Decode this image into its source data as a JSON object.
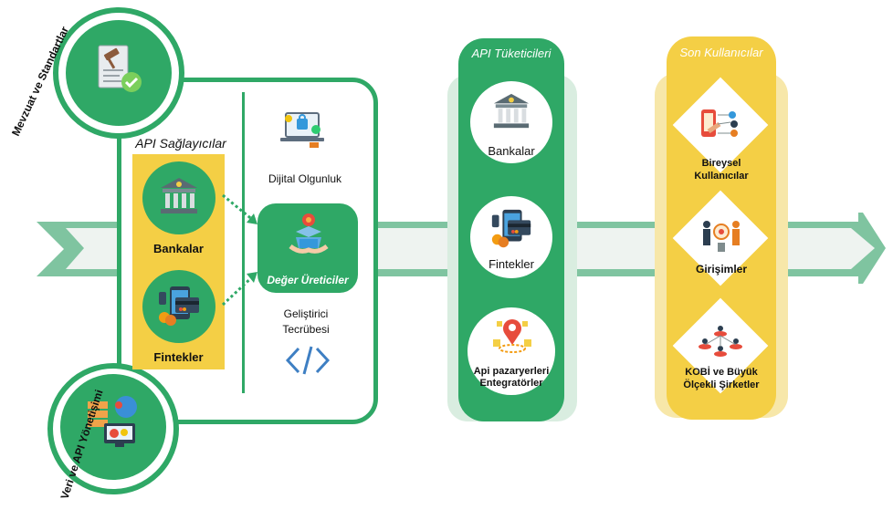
{
  "regulation": {
    "label": "Mevzuat ve Standartlar",
    "icon": "gavel-document-icon"
  },
  "data_management": {
    "label": "Veri ve API Yönetişimi",
    "icon": "server-network-icon"
  },
  "providers": {
    "title": "API Sağlayıcılar",
    "items": [
      {
        "label": "Bankalar",
        "icon": "bank-icon"
      },
      {
        "label": "Fintekler",
        "icon": "wallet-card-icon"
      }
    ]
  },
  "center": {
    "digital_maturity": {
      "label": "Dijital Olgunluk",
      "icon": "laptop-security-icon"
    },
    "value_creators": {
      "label": "Değer Üreticiler",
      "icon": "gift-box-icon"
    },
    "developer_experience": {
      "label_line1": "Geliştirici",
      "label_line2": "Tecrübesi",
      "icon": "code-icon"
    }
  },
  "consumers": {
    "title": "API Tüketicileri",
    "items": [
      {
        "label": "Bankalar",
        "icon": "bank-icon"
      },
      {
        "label": "Fintekler",
        "icon": "wallet-card-icon"
      },
      {
        "label_line1": "Api pazaryerleri",
        "label_line2": "Entegratörler",
        "icon": "marketplace-pin-icon"
      }
    ]
  },
  "end_users": {
    "title": "Son Kullanıcılar",
    "items": [
      {
        "label_line1": "Bireysel",
        "label_line2": "Kullanıcılar",
        "icon": "mobile-user-icon"
      },
      {
        "label_line1": "Girişimler",
        "icon": "team-icon"
      },
      {
        "label_line1": "KOBİ ve Büyük",
        "label_line2": "Ölçekli Şirketler",
        "icon": "network-people-icon"
      }
    ]
  },
  "colors": {
    "green": "#2fa866",
    "yellow": "#f4cf45",
    "light_green": "#b4dcc4",
    "white": "#ffffff"
  }
}
